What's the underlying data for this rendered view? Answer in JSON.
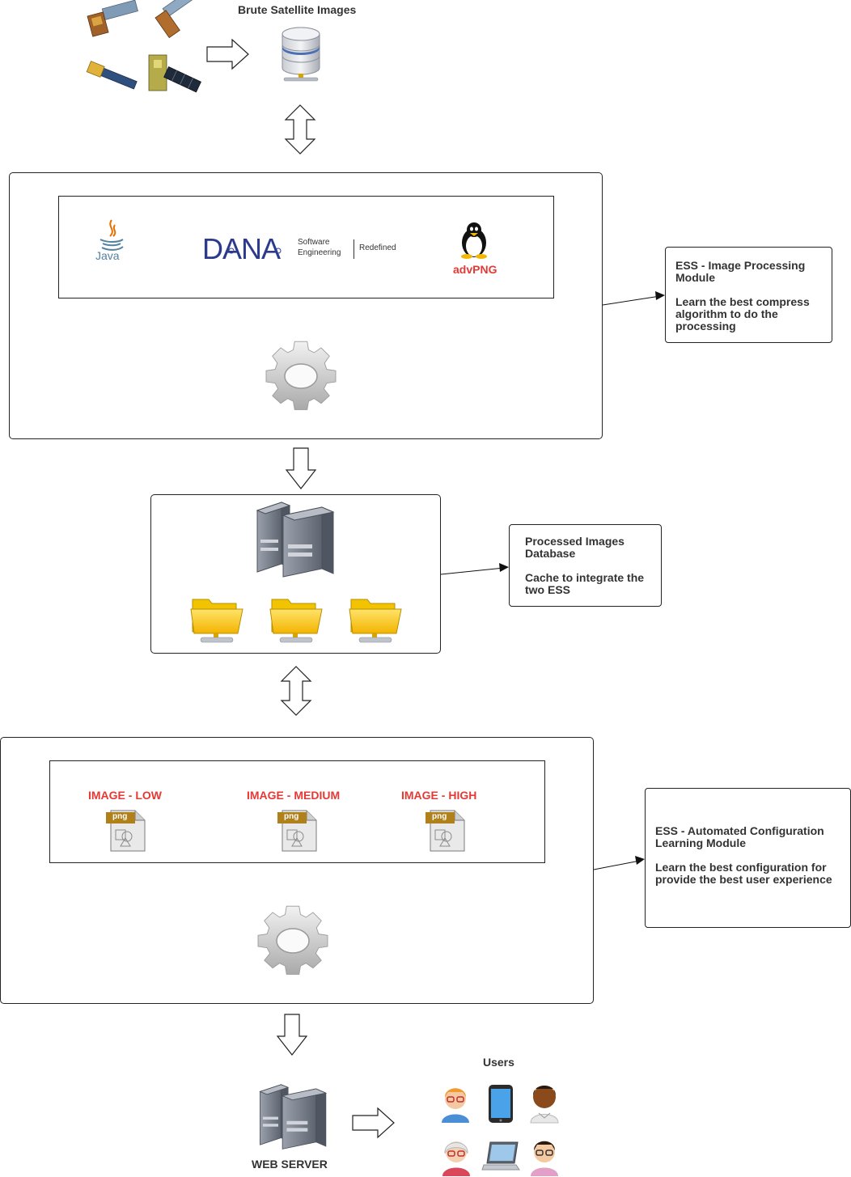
{
  "source": {
    "title": "Brute Satellite Images"
  },
  "processing": {
    "logos": {
      "java": "Java",
      "dana_brand": "DANA",
      "dana_sub1": "Software",
      "dana_sub2": "Engineering",
      "dana_tag": "Redefined",
      "advpng": "advPNG"
    },
    "note": {
      "title": "ESS - Image Processing Module",
      "body": "Learn the best compress algorithm to do the processing"
    }
  },
  "database": {
    "note": {
      "title": "Processed Images Database",
      "body": "Cache to integrate the two ESS"
    }
  },
  "configuration": {
    "images": [
      "IMAGE - LOW",
      "IMAGE - MEDIUM",
      "IMAGE - HIGH"
    ],
    "file_badge": "png",
    "note": {
      "title": "ESS - Automated Configuration Learning Module",
      "body": "Learn the best configuration for provide the best user experience"
    }
  },
  "output": {
    "web_server": "WEB SERVER",
    "users": "Users"
  },
  "colors": {
    "accent_red": "#e53935",
    "folder": "#f6c20a",
    "server": "#7d8594",
    "gear": "#c8c8c8",
    "db_blue": "#4a6fb5"
  },
  "icons": [
    "satellite-icon",
    "database-icon",
    "gear-icon",
    "server-icon",
    "folder-icon",
    "png-file-icon",
    "user-icon",
    "phone-icon",
    "laptop-icon",
    "linux-penguin-icon",
    "java-logo-icon"
  ]
}
